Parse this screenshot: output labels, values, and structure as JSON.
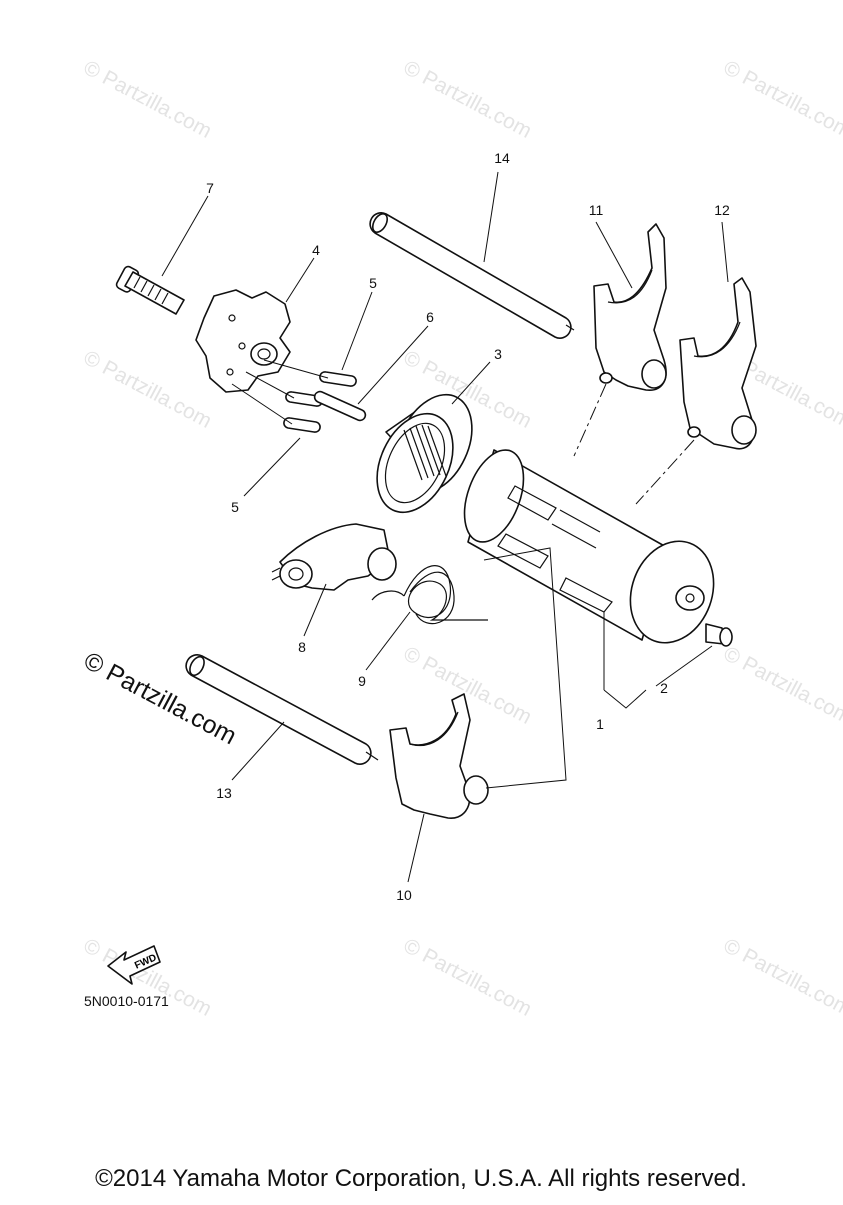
{
  "watermark_text": "© Partzilla.com",
  "brand_text": "© Partzilla.com",
  "diagram_code": "5N0010-0171",
  "fwd_label": "FWD",
  "copyright": "©2014 Yamaha Motor Corporation, U.S.A. All rights reserved.",
  "callouts": {
    "c1": "1",
    "c2": "2",
    "c3": "3",
    "c4": "4",
    "c5a": "5",
    "c5b": "5",
    "c6": "6",
    "c7": "7",
    "c8": "8",
    "c9": "9",
    "c10": "10",
    "c11": "11",
    "c12": "12",
    "c13": "13",
    "c14": "14"
  }
}
